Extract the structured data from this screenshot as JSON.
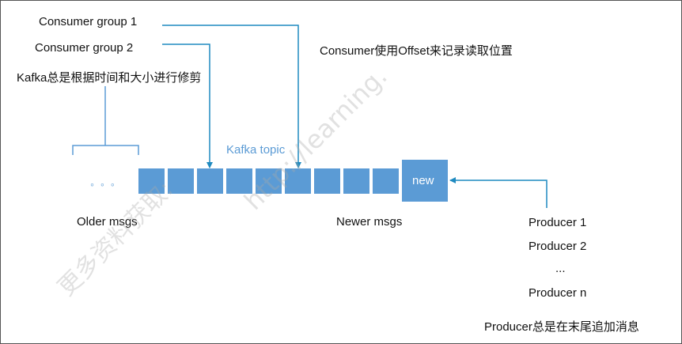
{
  "consumers": {
    "group1": "Consumer group 1",
    "group2": "Consumer group 2",
    "offset_note": "Consumer使用Offset来记录读取位置"
  },
  "retention_note": "Kafka总是根据时间和大小进行修剪",
  "topic": {
    "label": "Kafka topic",
    "new_label": "new",
    "older_label": "Older msgs",
    "newer_label": "Newer msgs",
    "old_dots": "◦ ◦ ◦",
    "cell_color": "#5b9bd5",
    "arrow_color": "#1f8ac0"
  },
  "producers": {
    "items": [
      "Producer 1",
      "Producer 2",
      "...",
      "Producer n"
    ],
    "append_note": "Producer总是在末尾追加消息"
  },
  "watermark": {
    "line1": "更多资料获取:",
    "line2": "http://learning."
  }
}
